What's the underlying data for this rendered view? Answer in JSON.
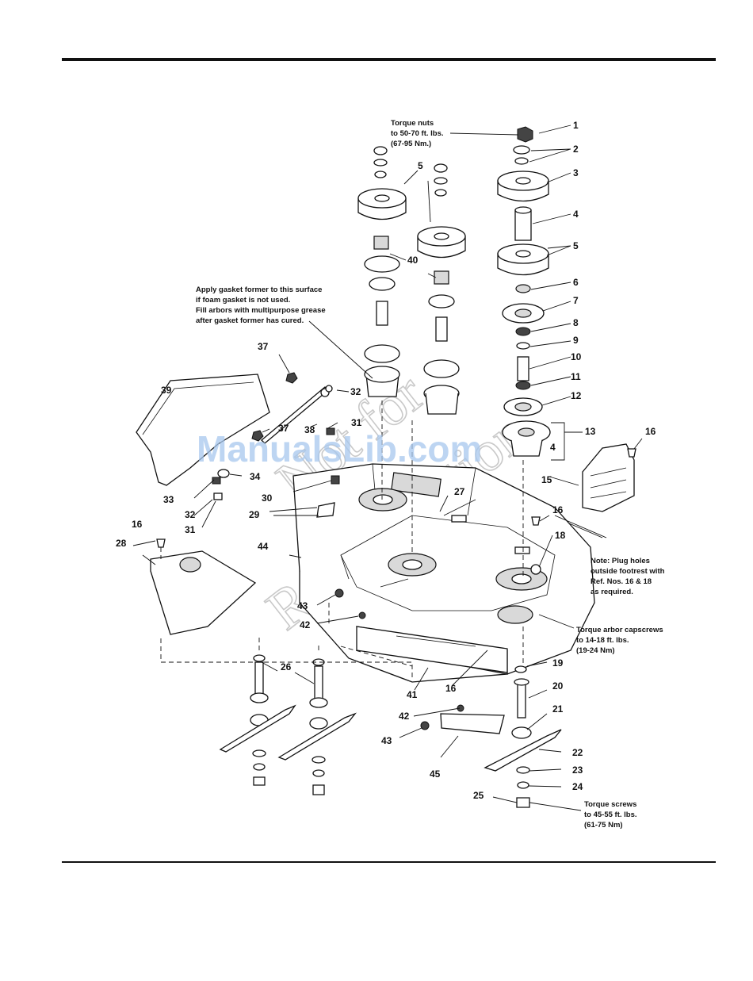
{
  "notes": {
    "torque_nuts": [
      "Torque nuts",
      "to 50-70 ft. lbs.",
      "(67-95 Nm.)"
    ],
    "gasket": [
      "Apply gasket former to this surface",
      "if foam gasket is not used.",
      "Fill arbors with multipurpose grease",
      "after gasket former has cured."
    ],
    "plug_holes": [
      "Note: Plug holes",
      "outside footrest with",
      "Ref. Nos. 16 & 18",
      "as required."
    ],
    "torque_arbor": [
      "Torque arbor capscrews",
      "to 14-18 ft. lbs.",
      "(19-24 Nm)"
    ],
    "torque_screws": [
      "Torque screws",
      "to 45-55 ft. lbs.",
      "(61-75 Nm)"
    ]
  },
  "callouts": {
    "c1": "1",
    "c2": "2",
    "c3": "3",
    "c4": "4",
    "c5": "5",
    "c5b": "5",
    "c6": "6",
    "c7": "7",
    "c8": "8",
    "c9": "9",
    "c10": "10",
    "c11": "11",
    "c12": "12",
    "c13": "13",
    "c4b": "4",
    "c15": "15",
    "c16a": "16",
    "c16b": "16",
    "c16c": "16",
    "c16d": "16",
    "c18": "18",
    "c19": "19",
    "c20": "20",
    "c21": "21",
    "c22": "22",
    "c23": "23",
    "c24": "24",
    "c25": "25",
    "c26": "26",
    "c27": "27",
    "c28": "28",
    "c29": "29",
    "c30": "30",
    "c31a": "31",
    "c31b": "31",
    "c32a": "32",
    "c32b": "32",
    "c33": "33",
    "c34": "34",
    "c37a": "37",
    "c37b": "37",
    "c38": "38",
    "c39": "39",
    "c40": "40",
    "c41": "41",
    "c42a": "42",
    "c42b": "42",
    "c43a": "43",
    "c43b": "43",
    "c44": "44",
    "c45": "45"
  },
  "watermark": {
    "site": "ManualsLib.com",
    "stamp_line1": "Not for",
    "stamp_line2": "Reproduction"
  }
}
